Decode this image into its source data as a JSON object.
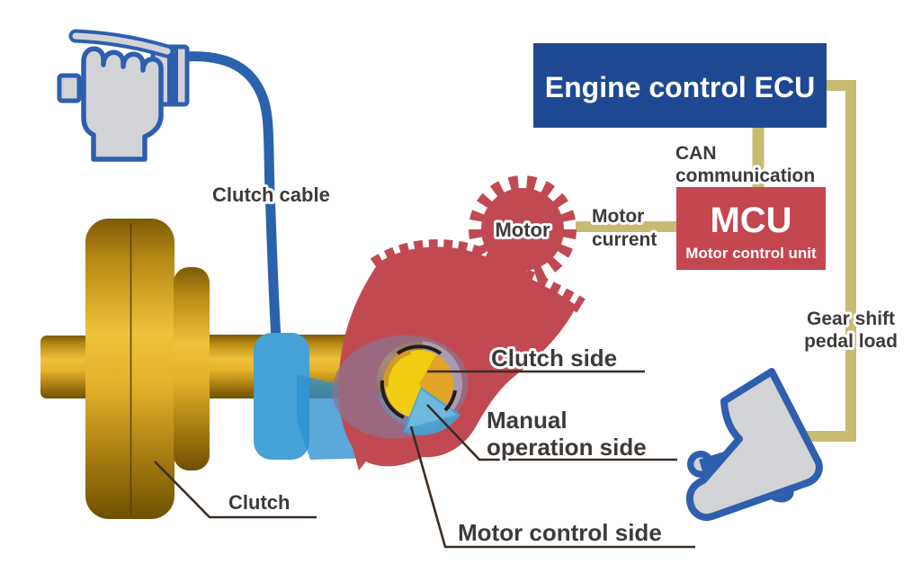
{
  "diagram": {
    "description": "Clutch control system diagram",
    "labels": {
      "clutch_cable": "Clutch cable",
      "clutch": "Clutch",
      "motor": "Motor",
      "motor_current": [
        "Motor",
        "current"
      ],
      "can": [
        "CAN",
        "communication"
      ],
      "gear_shift": [
        "Gear shift",
        "pedal load"
      ],
      "clutch_side": "Clutch side",
      "manual": [
        "Manual",
        "operation side"
      ],
      "motor_control_side": "Motor control side"
    },
    "boxes": {
      "ecu": {
        "label": "Engine control ECU",
        "color": "#1e4992"
      },
      "mcu": {
        "title": "MCU",
        "subtitle": "Motor control unit",
        "color": "#c4464f"
      }
    },
    "colors": {
      "connector_tan": "#c8bb72",
      "cable_blue": "#2b62ae",
      "outline_blue": "#2e5fae",
      "gear_red": "#c14a52",
      "actuator_blue": "#45a1d6",
      "clutch_gold": "#e8b52b",
      "hub_yellow": "#f2cc10",
      "ring_purple": "#8a7590",
      "hand_gray": "#d2d3d6",
      "label_text": "#3e3a39",
      "leader_dark": "#3a2d23"
    }
  }
}
